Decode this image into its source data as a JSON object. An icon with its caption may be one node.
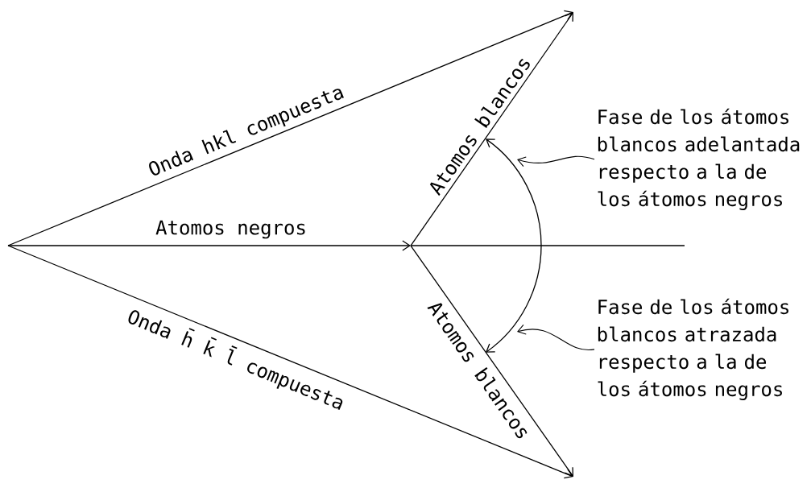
{
  "diagram": {
    "nodes": [
      {
        "text": [
          "Fase de los átomos blancos adelantada respecto a la de los átomos negros"
        ]
      },
      {
        "text": [
          "Fase de los átomos blancos atrazada respecto a la de los átomos negros"
        ]
      },
      {
        "text": [],
        "shape": "arc"
      },
      {
        "text": [],
        "shape": "arc"
      }
    ],
    "edges": [
      {
        "from": 0,
        "to": 2,
        "arrow": "to"
      },
      {
        "from": 1,
        "to": 3,
        "arrow": "to"
      }
    ],
    "labels": [
      "Onda hkl compuesta",
      "Atomos negros",
      "Atomos blancos",
      "Onda h̄ k̄ l̄ compuesta",
      "Atomos blancos"
    ]
  }
}
